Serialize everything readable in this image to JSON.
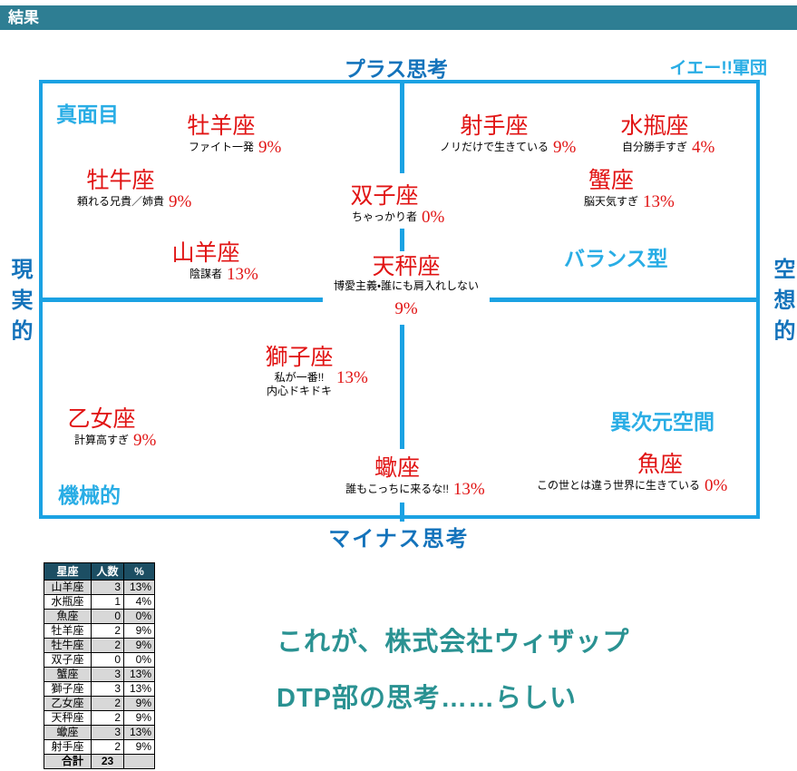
{
  "header": {
    "title": "結果"
  },
  "chart": {
    "axis_top": "プラス思考",
    "axis_bottom": "マイナス思考",
    "axis_left": "現実的",
    "axis_right": "空想的",
    "corner_label": "イエー!!軍団",
    "quadrant_labels": {
      "top_left": "真面目",
      "mid_right": "バランス型",
      "bottom_right": "異次元空間",
      "bottom_left": "機械的"
    }
  },
  "chart_data": {
    "type": "scatter",
    "title": "結果",
    "x_axis": {
      "negative": "現実的",
      "positive": "空想的",
      "range": [
        -1,
        1
      ]
    },
    "y_axis": {
      "positive": "プラス思考",
      "negative": "マイナス思考",
      "range": [
        -1,
        1
      ]
    },
    "legend": "none",
    "grid": "quadrant-cross",
    "points": [
      {
        "sign": "牡羊座",
        "trait": "ファイト一発",
        "pct_label": "9%",
        "percent": 9,
        "count": 2,
        "x": -0.47,
        "y": 0.79
      },
      {
        "sign": "射手座",
        "trait": "ノリだけで生きている",
        "pct_label": "9%",
        "percent": 9,
        "count": 2,
        "x": 0.26,
        "y": 0.79
      },
      {
        "sign": "水瓶座",
        "trait": "自分勝手すぎ",
        "pct_label": "4%",
        "percent": 4,
        "count": 1,
        "x": 0.71,
        "y": 0.79
      },
      {
        "sign": "牡牛座",
        "trait": "頼れる兄貴／姉貴",
        "pct_label": "9%",
        "percent": 9,
        "count": 2,
        "x": -0.78,
        "y": 0.54
      },
      {
        "sign": "蟹座",
        "trait": "脳天気すぎ",
        "pct_label": "13%",
        "percent": 13,
        "count": 3,
        "x": 0.59,
        "y": 0.54
      },
      {
        "sign": "双子座",
        "trait": "ちゃっかり者",
        "pct_label": "0%",
        "percent": 0,
        "count": 0,
        "x": -0.04,
        "y": 0.48
      },
      {
        "sign": "山羊座",
        "trait": "陰謀者",
        "pct_label": "13%",
        "percent": 13,
        "count": 3,
        "x": -0.54,
        "y": 0.21
      },
      {
        "sign": "天秤座",
        "trait": "博愛主義・誰にも肩入れしない",
        "pct_label": "9%",
        "percent": 9,
        "count": 2,
        "x": 0.0,
        "y": 0.0
      },
      {
        "sign": "獅子座",
        "trait": "私が一番!!",
        "trait2": "内心ドキドキ",
        "pct_label": "13%",
        "percent": 13,
        "count": 3,
        "x": -0.28,
        "y": -0.29
      },
      {
        "sign": "乙女座",
        "trait": "計算高すぎ",
        "pct_label": "9%",
        "percent": 9,
        "count": 2,
        "x": -0.83,
        "y": -0.56
      },
      {
        "sign": "蠍座",
        "trait": "誰もこっちに来るな!!",
        "pct_label": "13%",
        "percent": 13,
        "count": 3,
        "x": -0.01,
        "y": -0.77
      },
      {
        "sign": "魚座",
        "trait": "この世とは違う世界に生きている",
        "pct_label": "0%",
        "percent": 0,
        "count": 0,
        "x": 0.72,
        "y": -0.77
      }
    ],
    "total_count": 23
  },
  "table": {
    "headers": [
      "星座",
      "人数",
      "%"
    ],
    "rows": [
      [
        "山羊座",
        "3",
        "13%"
      ],
      [
        "水瓶座",
        "1",
        "4%"
      ],
      [
        "魚座",
        "0",
        "0%"
      ],
      [
        "牡羊座",
        "2",
        "9%"
      ],
      [
        "牡牛座",
        "2",
        "9%"
      ],
      [
        "双子座",
        "0",
        "0%"
      ],
      [
        "蟹座",
        "3",
        "13%"
      ],
      [
        "獅子座",
        "3",
        "13%"
      ],
      [
        "乙女座",
        "2",
        "9%"
      ],
      [
        "天秤座",
        "2",
        "9%"
      ],
      [
        "蠍座",
        "3",
        "13%"
      ],
      [
        "射手座",
        "2",
        "9%"
      ]
    ],
    "total_row": [
      "合計",
      "23",
      ""
    ]
  },
  "footer": {
    "line1": "これが、株式会社ウィザップ",
    "line2": "DTP部の思考……らしい"
  },
  "colors": {
    "titlebar_bg": "#2e7e93",
    "chart_line_blue": "#1ba2e3",
    "axis_text_blue": "#1473bb",
    "quadrant_label_cyan": "#29ade5",
    "zodiac_red": "#e11414",
    "table_header_bg": "#1c4e63",
    "table_alt_row": "#d8d8d8",
    "footer_teal": "#2a9292"
  }
}
